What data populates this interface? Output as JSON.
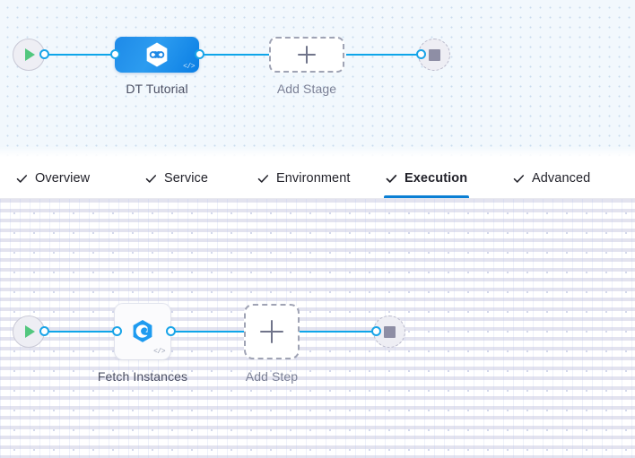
{
  "theme": {
    "accent_blue": "#0b7fd4",
    "edge_blue": "#0ea5e9",
    "port_blue": "#19a4e8",
    "node_blue_from": "#1e8ae8",
    "node_blue_to": "#0a7ee4",
    "play_green": "#52c77e",
    "stop_gray": "#8e8ea5",
    "dashed_gray": "#9fa3b4",
    "stage_canvas_bg": "#f2f8fd",
    "step_canvas_bg": "#ffffff",
    "label_color": "#4b4f63",
    "tab_text": "#22222a"
  },
  "stage_canvas": {
    "start_node": {
      "icon": "play-icon",
      "title": "Start"
    },
    "nodes": [
      {
        "id": "dt-tutorial",
        "label": "DT Tutorial",
        "icon": "harness-hexagon-infinity-icon",
        "code_badge": "</>",
        "selected": true
      }
    ],
    "add_placeholder": {
      "label": "Add Stage",
      "icon": "plus-icon"
    },
    "end_node": {
      "icon": "stop-icon",
      "title": "End"
    }
  },
  "tabs": {
    "items": [
      {
        "label": "Overview",
        "icon": "check-icon",
        "complete": true,
        "active": false
      },
      {
        "label": "Service",
        "icon": "check-icon",
        "complete": true,
        "active": false
      },
      {
        "label": "Environment",
        "icon": "check-icon",
        "complete": true,
        "active": false
      },
      {
        "label": "Execution",
        "icon": "check-icon",
        "complete": true,
        "active": true
      },
      {
        "label": "Advanced",
        "icon": "check-icon",
        "complete": true,
        "active": false
      }
    ]
  },
  "step_canvas": {
    "start_node": {
      "icon": "play-icon",
      "title": "Start"
    },
    "nodes": [
      {
        "id": "fetch-instances",
        "label": "Fetch Instances",
        "icon": "harness-hexagon-e-icon",
        "code_badge": "</>",
        "selected": false
      }
    ],
    "add_placeholder": {
      "label": "Add Step",
      "icon": "plus-icon"
    },
    "end_node": {
      "icon": "stop-icon",
      "title": "End"
    }
  }
}
